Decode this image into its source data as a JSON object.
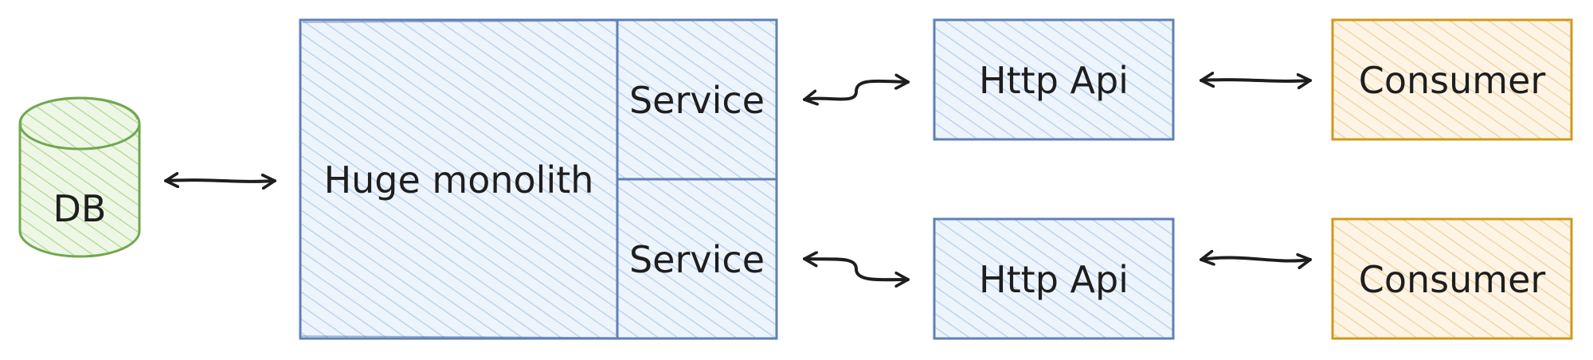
{
  "colors": {
    "db_stroke": "#71a84f",
    "db_fill": "#d9ecc9",
    "blue_stroke": "#5f81b5",
    "blue_fill": "#d6e4f5",
    "orange_stroke": "#cf9a1a",
    "orange_fill": "#fbe6c4",
    "arrow": "#1e1e1e",
    "text": "#1e1e1e"
  },
  "nodes": {
    "db": {
      "label": "DB"
    },
    "monolith": {
      "label": "Huge monolith"
    },
    "service_top": {
      "label": "Service"
    },
    "service_bottom": {
      "label": "Service"
    },
    "api_top": {
      "label": "Http Api"
    },
    "api_bottom": {
      "label": "Http Api"
    },
    "consumer_top": {
      "label": "Consumer"
    },
    "consumer_bottom": {
      "label": "Consumer"
    }
  },
  "connections": [
    {
      "from": "db",
      "to": "monolith",
      "direction": "both"
    },
    {
      "from": "service_top",
      "to": "api_top",
      "direction": "both"
    },
    {
      "from": "service_bottom",
      "to": "api_bottom",
      "direction": "both"
    },
    {
      "from": "api_top",
      "to": "consumer_top",
      "direction": "both"
    },
    {
      "from": "api_bottom",
      "to": "consumer_bottom",
      "direction": "both"
    }
  ]
}
